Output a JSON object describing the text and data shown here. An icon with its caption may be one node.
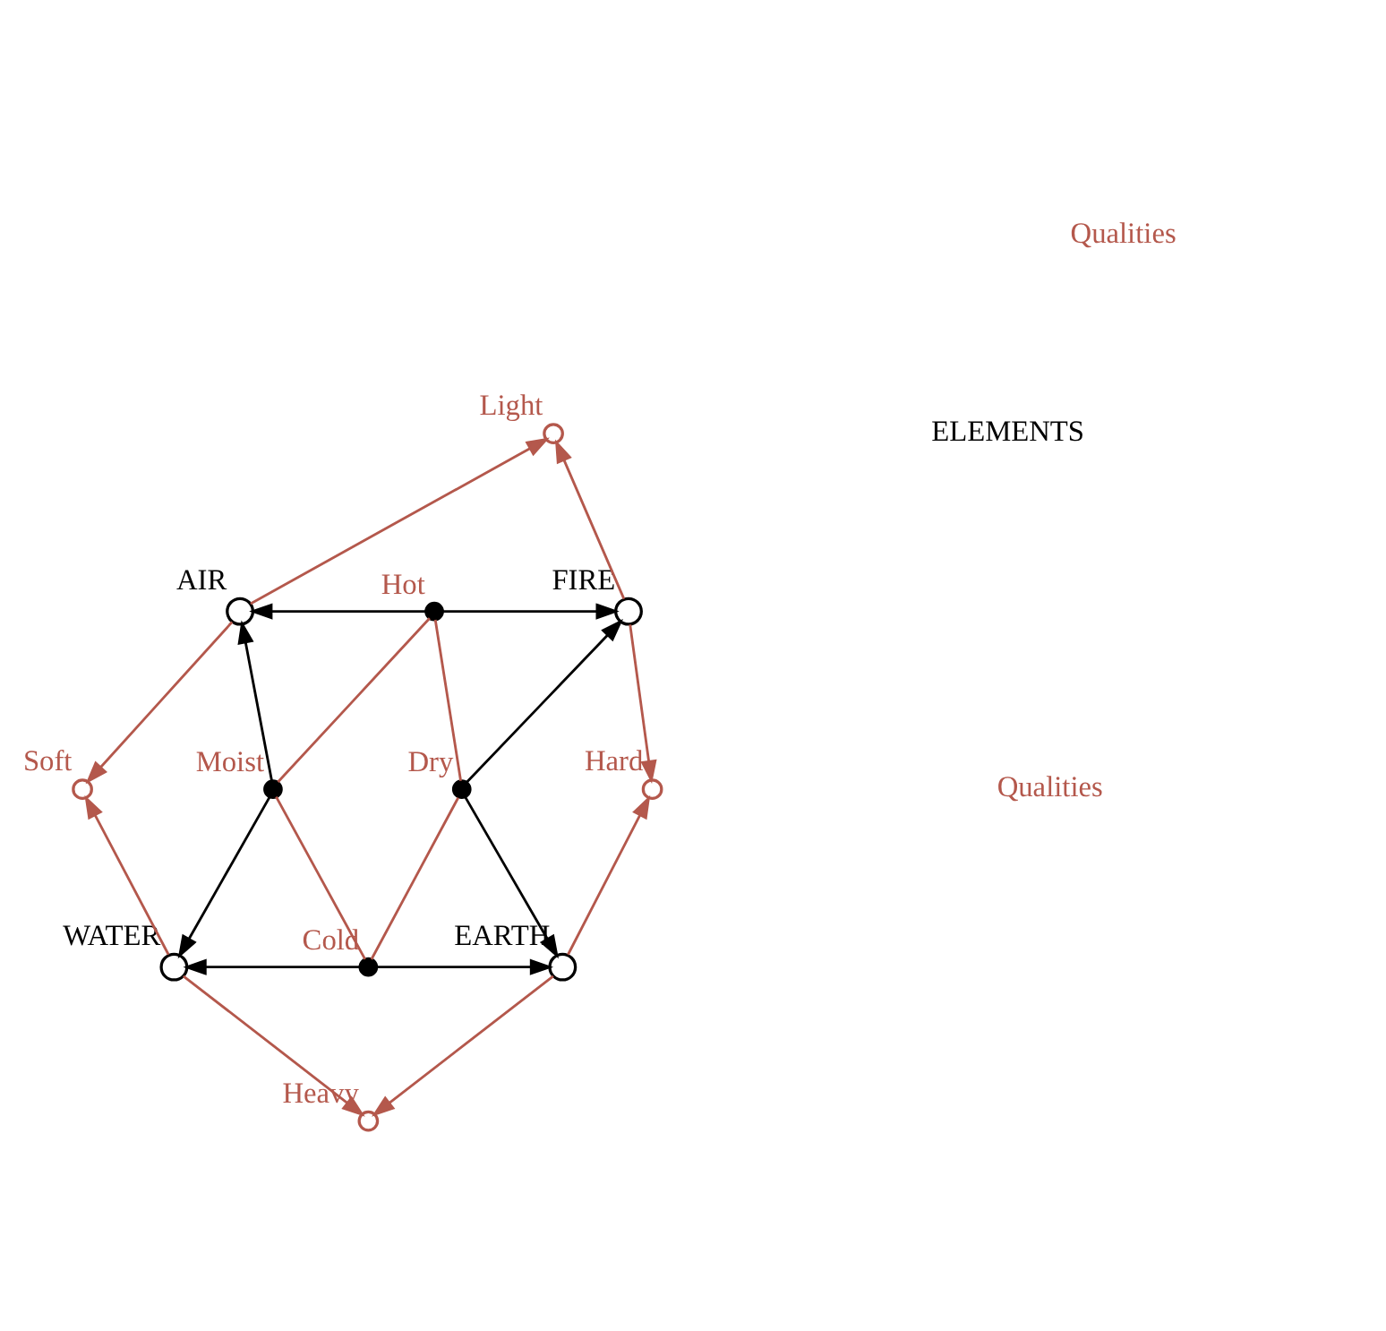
{
  "diagram": {
    "nodes": [
      {
        "text": [
          "Light"
        ]
      },
      {
        "text": [
          "AIR"
        ]
      },
      {
        "text": [
          "Hot"
        ]
      },
      {
        "text": [
          "FIRE"
        ]
      },
      {
        "text": [
          "Soft"
        ]
      },
      {
        "text": [
          "Moist"
        ]
      },
      {
        "text": [
          "Dry"
        ]
      },
      {
        "text": [
          "Hard"
        ]
      },
      {
        "text": [
          "WATER"
        ]
      },
      {
        "text": [
          "Cold"
        ]
      },
      {
        "text": [
          "EARTH"
        ]
      },
      {
        "text": [
          "Heavy"
        ]
      }
    ],
    "edges": [
      {
        "from": 2,
        "to": 1,
        "arrow": "to",
        "color": "#000000"
      },
      {
        "from": 2,
        "to": 3,
        "arrow": "to",
        "color": "#000000"
      },
      {
        "from": 5,
        "to": 1,
        "arrow": "to",
        "color": "#000000"
      },
      {
        "from": 5,
        "to": 8,
        "arrow": "to",
        "color": "#000000"
      },
      {
        "from": 6,
        "to": 3,
        "arrow": "to",
        "color": "#000000"
      },
      {
        "from": 6,
        "to": 10,
        "arrow": "to",
        "color": "#000000"
      },
      {
        "from": 9,
        "to": 8,
        "arrow": "to",
        "color": "#000000"
      },
      {
        "from": 9,
        "to": 10,
        "arrow": "to",
        "color": "#000000"
      },
      {
        "from": 2,
        "to": 5,
        "arrow": "none"
      },
      {
        "from": 2,
        "to": 6,
        "arrow": "none"
      },
      {
        "from": 5,
        "to": 9,
        "arrow": "none"
      },
      {
        "from": 6,
        "to": 9,
        "arrow": "none"
      },
      {
        "from": 1,
        "to": 0,
        "arrow": "to"
      },
      {
        "from": 3,
        "to": 0,
        "arrow": "to"
      },
      {
        "from": 1,
        "to": 4,
        "arrow": "to"
      },
      {
        "from": 8,
        "to": 4,
        "arrow": "to"
      },
      {
        "from": 3,
        "to": 7,
        "arrow": "to"
      },
      {
        "from": 10,
        "to": 7,
        "arrow": "to"
      },
      {
        "from": 8,
        "to": 11,
        "arrow": "to"
      },
      {
        "from": 10,
        "to": 11,
        "arrow": "to"
      }
    ],
    "labels": [
      "Qualities",
      "ELEMENTS",
      "Qualities"
    ]
  }
}
